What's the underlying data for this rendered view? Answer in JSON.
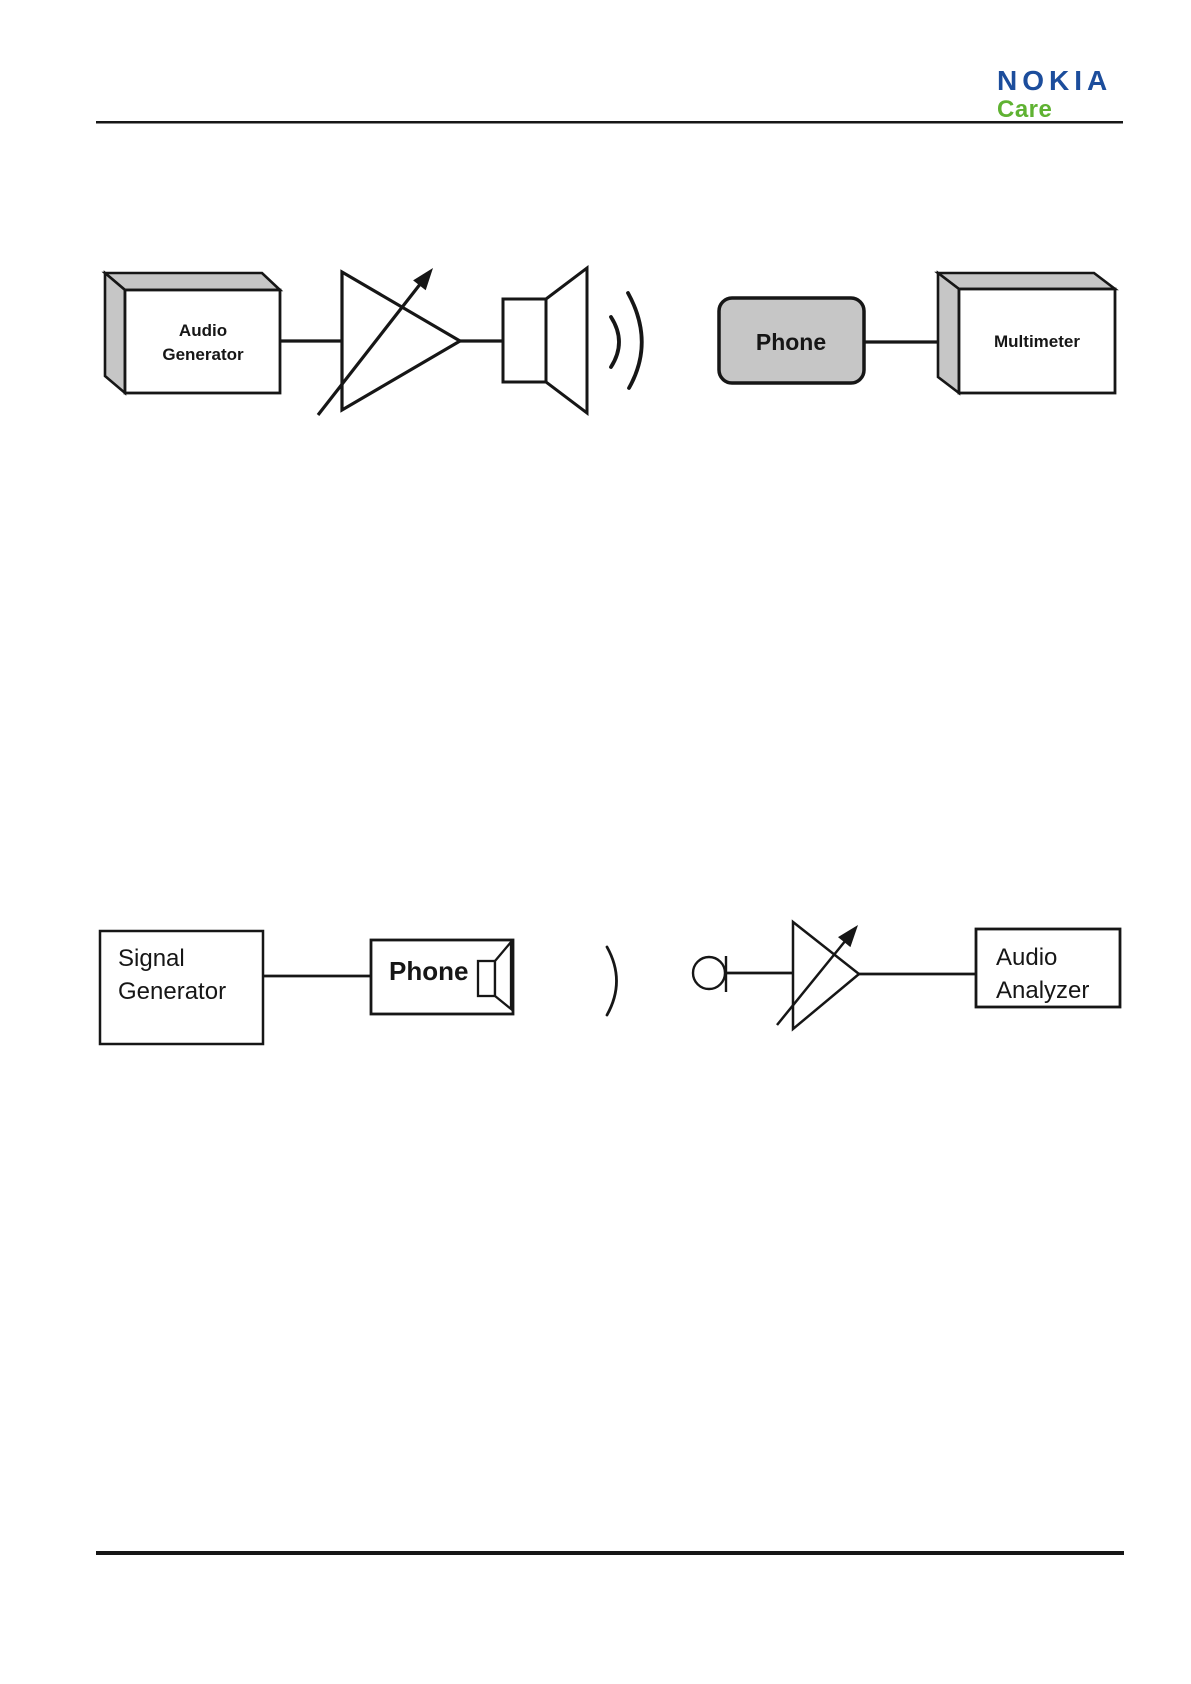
{
  "header": {
    "logo_primary": "NOKIA",
    "logo_secondary": "Care",
    "logo_primary_color": "#1c4d9c",
    "logo_secondary_color": "#5fb232"
  },
  "colors": {
    "box_gray": "#c6c6c6",
    "stroke_black": "#161616",
    "white": "#ffffff",
    "rule_color": "#161616"
  },
  "diagram1": {
    "audio_generator": {
      "line1": "Audio",
      "line2": "Generator"
    },
    "phone_label": "Phone",
    "multimeter_label": "Multimeter"
  },
  "diagram2": {
    "signal_generator": {
      "line1": "Signal",
      "line2": "Generator"
    },
    "phone_label": "Phone",
    "audio_analyzer": {
      "line1": "Audio",
      "line2": "Analyzer"
    }
  }
}
